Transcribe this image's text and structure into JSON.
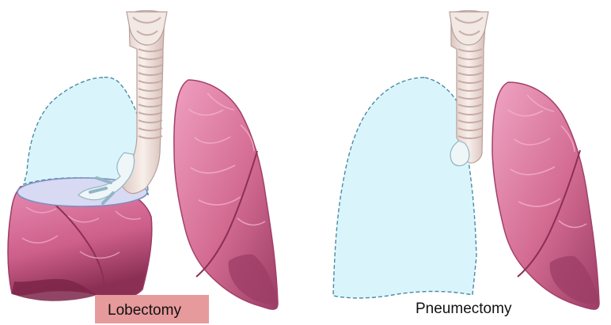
{
  "procedures": [
    {
      "id": "lobectomy",
      "label": "Lobectomy"
    },
    {
      "id": "pneumectomy",
      "label": "Pneumectomy"
    }
  ],
  "colors": {
    "removed_area_fill": "#d9f5fb",
    "removed_area_outline": "#4b8aa3",
    "lung_fill": "#d46c92",
    "lung_highlight": "#ef9fc0",
    "lung_dark": "#8b2f55",
    "trachea_fill": "#f1e2dc",
    "trachea_ring": "#c7aaa3",
    "label_highlight": "#e79a9c"
  }
}
